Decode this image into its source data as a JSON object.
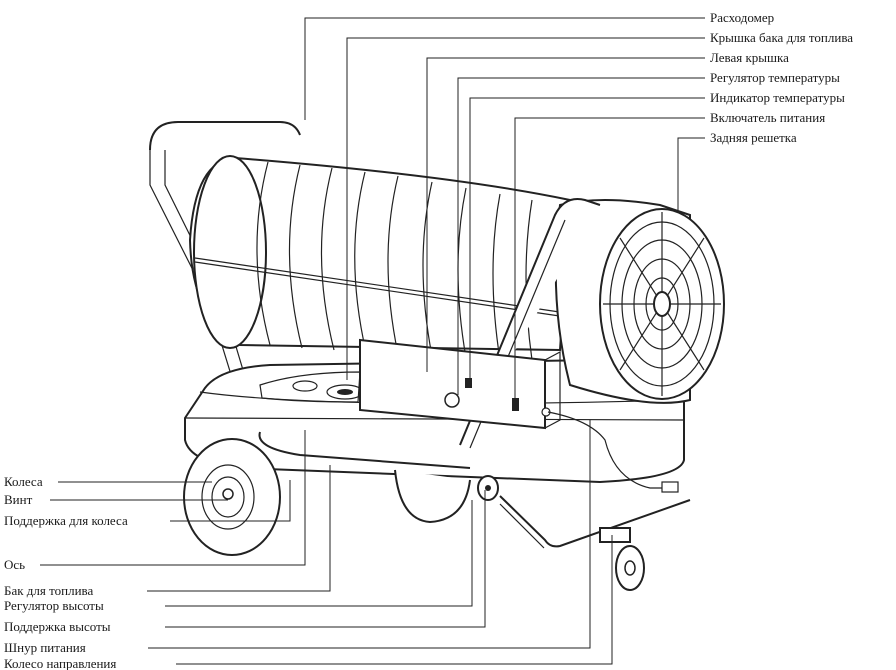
{
  "labels_right": [
    "Расходомер",
    "Крышка бака для топлива",
    "Левая крышка",
    "Регулятор температуры",
    "Индикатор температуры",
    "Включатель питания",
    "Задняя решетка"
  ],
  "labels_left": [
    "Колеса",
    "Винт",
    "Поддержка для колеса",
    "Ось",
    "Бак для топлива",
    "Регулятор высоты",
    "Поддержка высоты",
    "Шнур питания",
    "Колесо направления"
  ]
}
